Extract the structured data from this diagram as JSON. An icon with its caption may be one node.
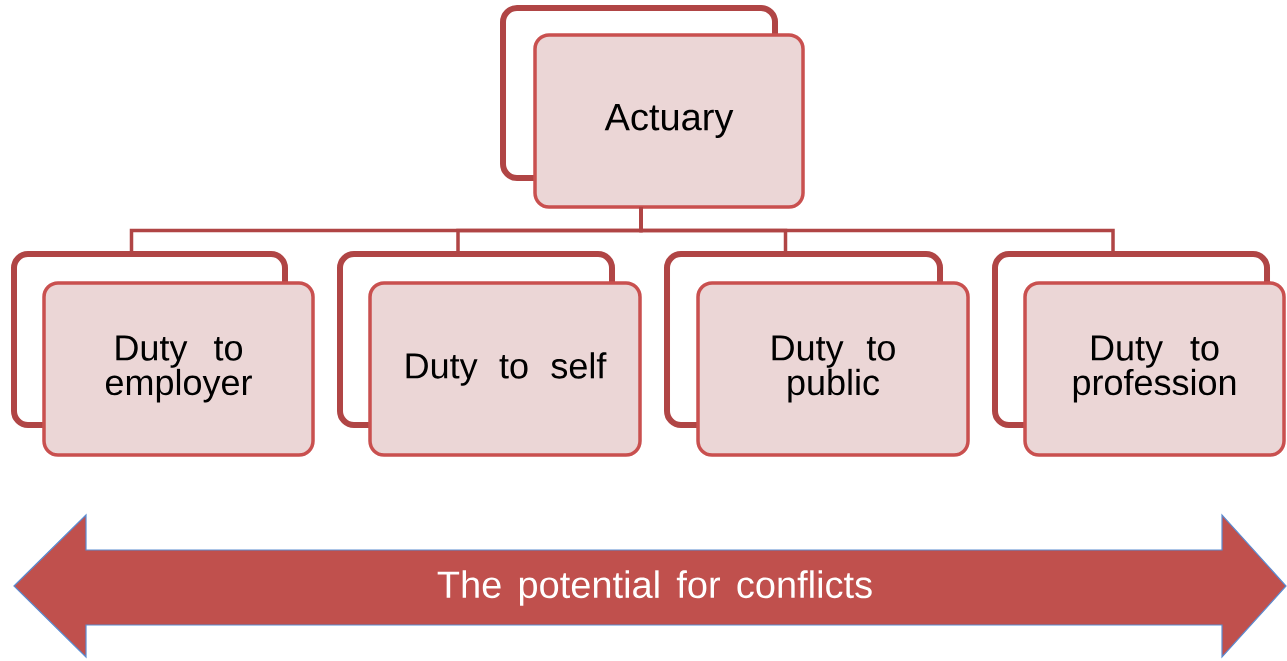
{
  "diagram": {
    "nodes": [
      {
        "text": [
          "Actuary"
        ]
      },
      {
        "text": [
          "Duty to employer"
        ]
      },
      {
        "text": [
          "Duty to self"
        ]
      },
      {
        "text": [
          "Duty to public"
        ]
      },
      {
        "text": [
          "Duty to profession"
        ]
      },
      {
        "text": [
          "The potential for conflicts"
        ]
      }
    ],
    "edges": [
      {
        "from": 0,
        "to": 1,
        "arrow": "none"
      },
      {
        "from": 0,
        "to": 2,
        "arrow": "none"
      },
      {
        "from": 0,
        "to": 3,
        "arrow": "none"
      },
      {
        "from": 0,
        "to": 4,
        "arrow": "none"
      }
    ]
  }
}
